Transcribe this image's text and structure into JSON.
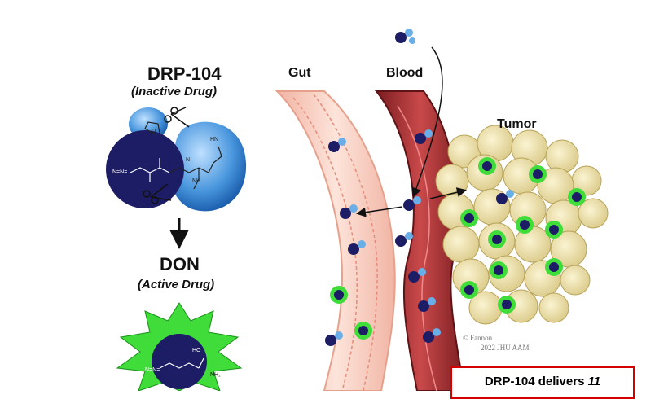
{
  "drug": {
    "name": "DRP-104",
    "name_sub": "(Inactive Drug)",
    "active_name": "DON",
    "active_sub": "(Active Drug)"
  },
  "regions": {
    "gut": "Gut",
    "blood": "Blood",
    "tumor": "Tumor"
  },
  "chem": {
    "hn": "HN",
    "nh": "NH",
    "ho": "HO",
    "nh2": "NH₂",
    "azide": "N=N=",
    "o": "O",
    "n": "N"
  },
  "artist_signature": "© Fannon",
  "signature_line": "2022 JHU AAM",
  "note": {
    "text": "DRP-104 delivers ",
    "emphasis": "11"
  },
  "colors": {
    "prodrug_molecule": "#1d1d66",
    "promoiety_blue": "#1e73c8",
    "active_burst": "#3fdc3a",
    "blood_vessel": "#b3393b",
    "gut_wall": "#f5c3b4",
    "tumor_cells": "#ece0a3",
    "note_border": "#d40000"
  }
}
